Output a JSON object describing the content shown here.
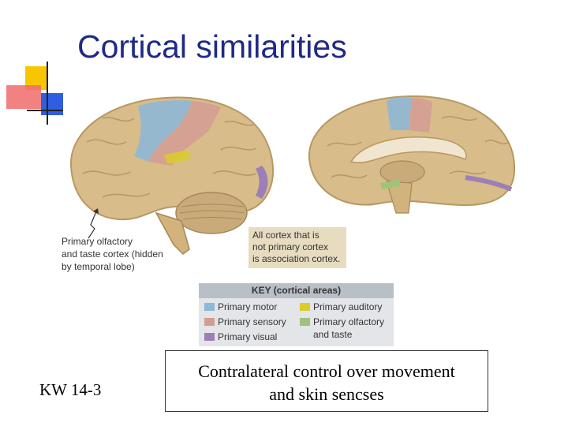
{
  "slide": {
    "title": "Cortical similarities",
    "reference": "KW 14-3",
    "caption_line1": "Contralateral control over movement",
    "caption_line2": "and skin sencses"
  },
  "figure": {
    "olfactory_label": [
      "Primary olfactory",
      "and taste cortex (hidden",
      "by temporal lobe)"
    ],
    "association_note": [
      "All cortex that is",
      "not primary cortex",
      "is association cortex."
    ],
    "key": {
      "title": "KEY (cortical areas)",
      "items": [
        {
          "label": "Primary motor",
          "color": "#8fb7d6"
        },
        {
          "label": "Primary sensory",
          "color": "#d49d92"
        },
        {
          "label": "Primary visual",
          "color": "#9d7fb8"
        },
        {
          "label": "Primary auditory",
          "color": "#d9cc2c"
        },
        {
          "label": "Primary olfactory",
          "label2": "and taste",
          "color": "#9fc37a"
        }
      ]
    }
  },
  "colors": {
    "title": "#1f2a86",
    "brain": "#d8bc8a",
    "brain_dark": "#b89763",
    "logo_yellow": "#f7c600",
    "logo_red": "#f06b6b",
    "logo_blue": "#2f5fe0"
  }
}
